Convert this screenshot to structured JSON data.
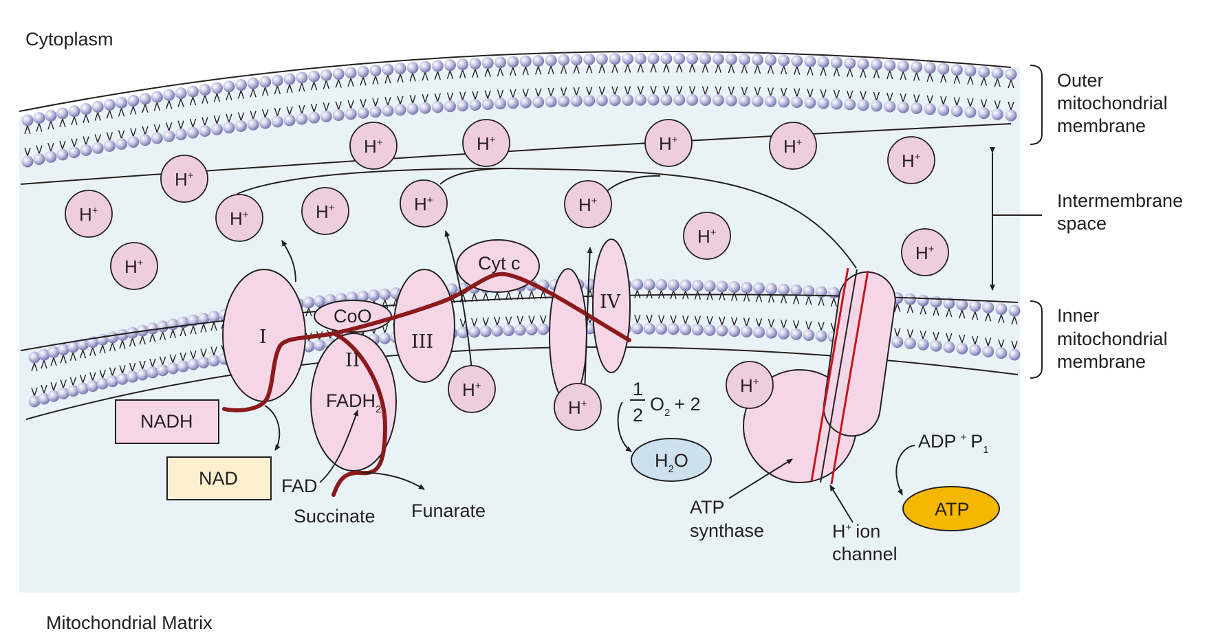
{
  "regions": {
    "cytoplasm": "Cytoplasm",
    "matrix": "Mitochondrial Matrix"
  },
  "side_labels": {
    "outer_line1": "Outer",
    "outer_line2": "mitochondrial",
    "outer_line3": "membrane",
    "inter_line1": "Intermembrane",
    "inter_line2": "space",
    "inner_line1": "Inner",
    "inner_line2": "mitochondrial",
    "inner_line3": "membrane"
  },
  "proton": {
    "base": "H",
    "charge": "+"
  },
  "complexes": {
    "c1": "I",
    "c2": "II",
    "c3": "III",
    "c4": "IV",
    "coq": "CoO",
    "cytc": "Cyt c"
  },
  "molecules": {
    "nadh": "NADH",
    "nad": "NAD",
    "fadh_base": "FADH",
    "fadh_sub": "2",
    "fad": "FAD",
    "succinate": "Succinate",
    "fumarate": "Funarate",
    "half_num": "1",
    "half_den": "2",
    "o_base": "O",
    "o_sub": "2",
    "o_tail": "+ 2",
    "water_h": "H",
    "water_sub": "2",
    "water_o": "O",
    "adp_base": "ADP",
    "adp_plus": "+",
    "adp_p": "P",
    "adp_sub": "1",
    "atp": "ATP"
  },
  "callouts": {
    "synthase_line1": "ATP",
    "synthase_line2": "synthase",
    "channel_h": "H",
    "channel_plus": "+",
    "channel_ion": "ion",
    "channel_line2": "channel"
  },
  "colors": {
    "background": "#e9f3f7",
    "lipid_head": "#a9a9d3",
    "protein": "#f5d6e6",
    "proton": "#efcde0",
    "electron_path": "#8b1a1a",
    "nadh_box": "#f5d6e6",
    "nad_box": "#fdf0cf",
    "water": "#cde0ee",
    "atp": "#f5b800"
  }
}
